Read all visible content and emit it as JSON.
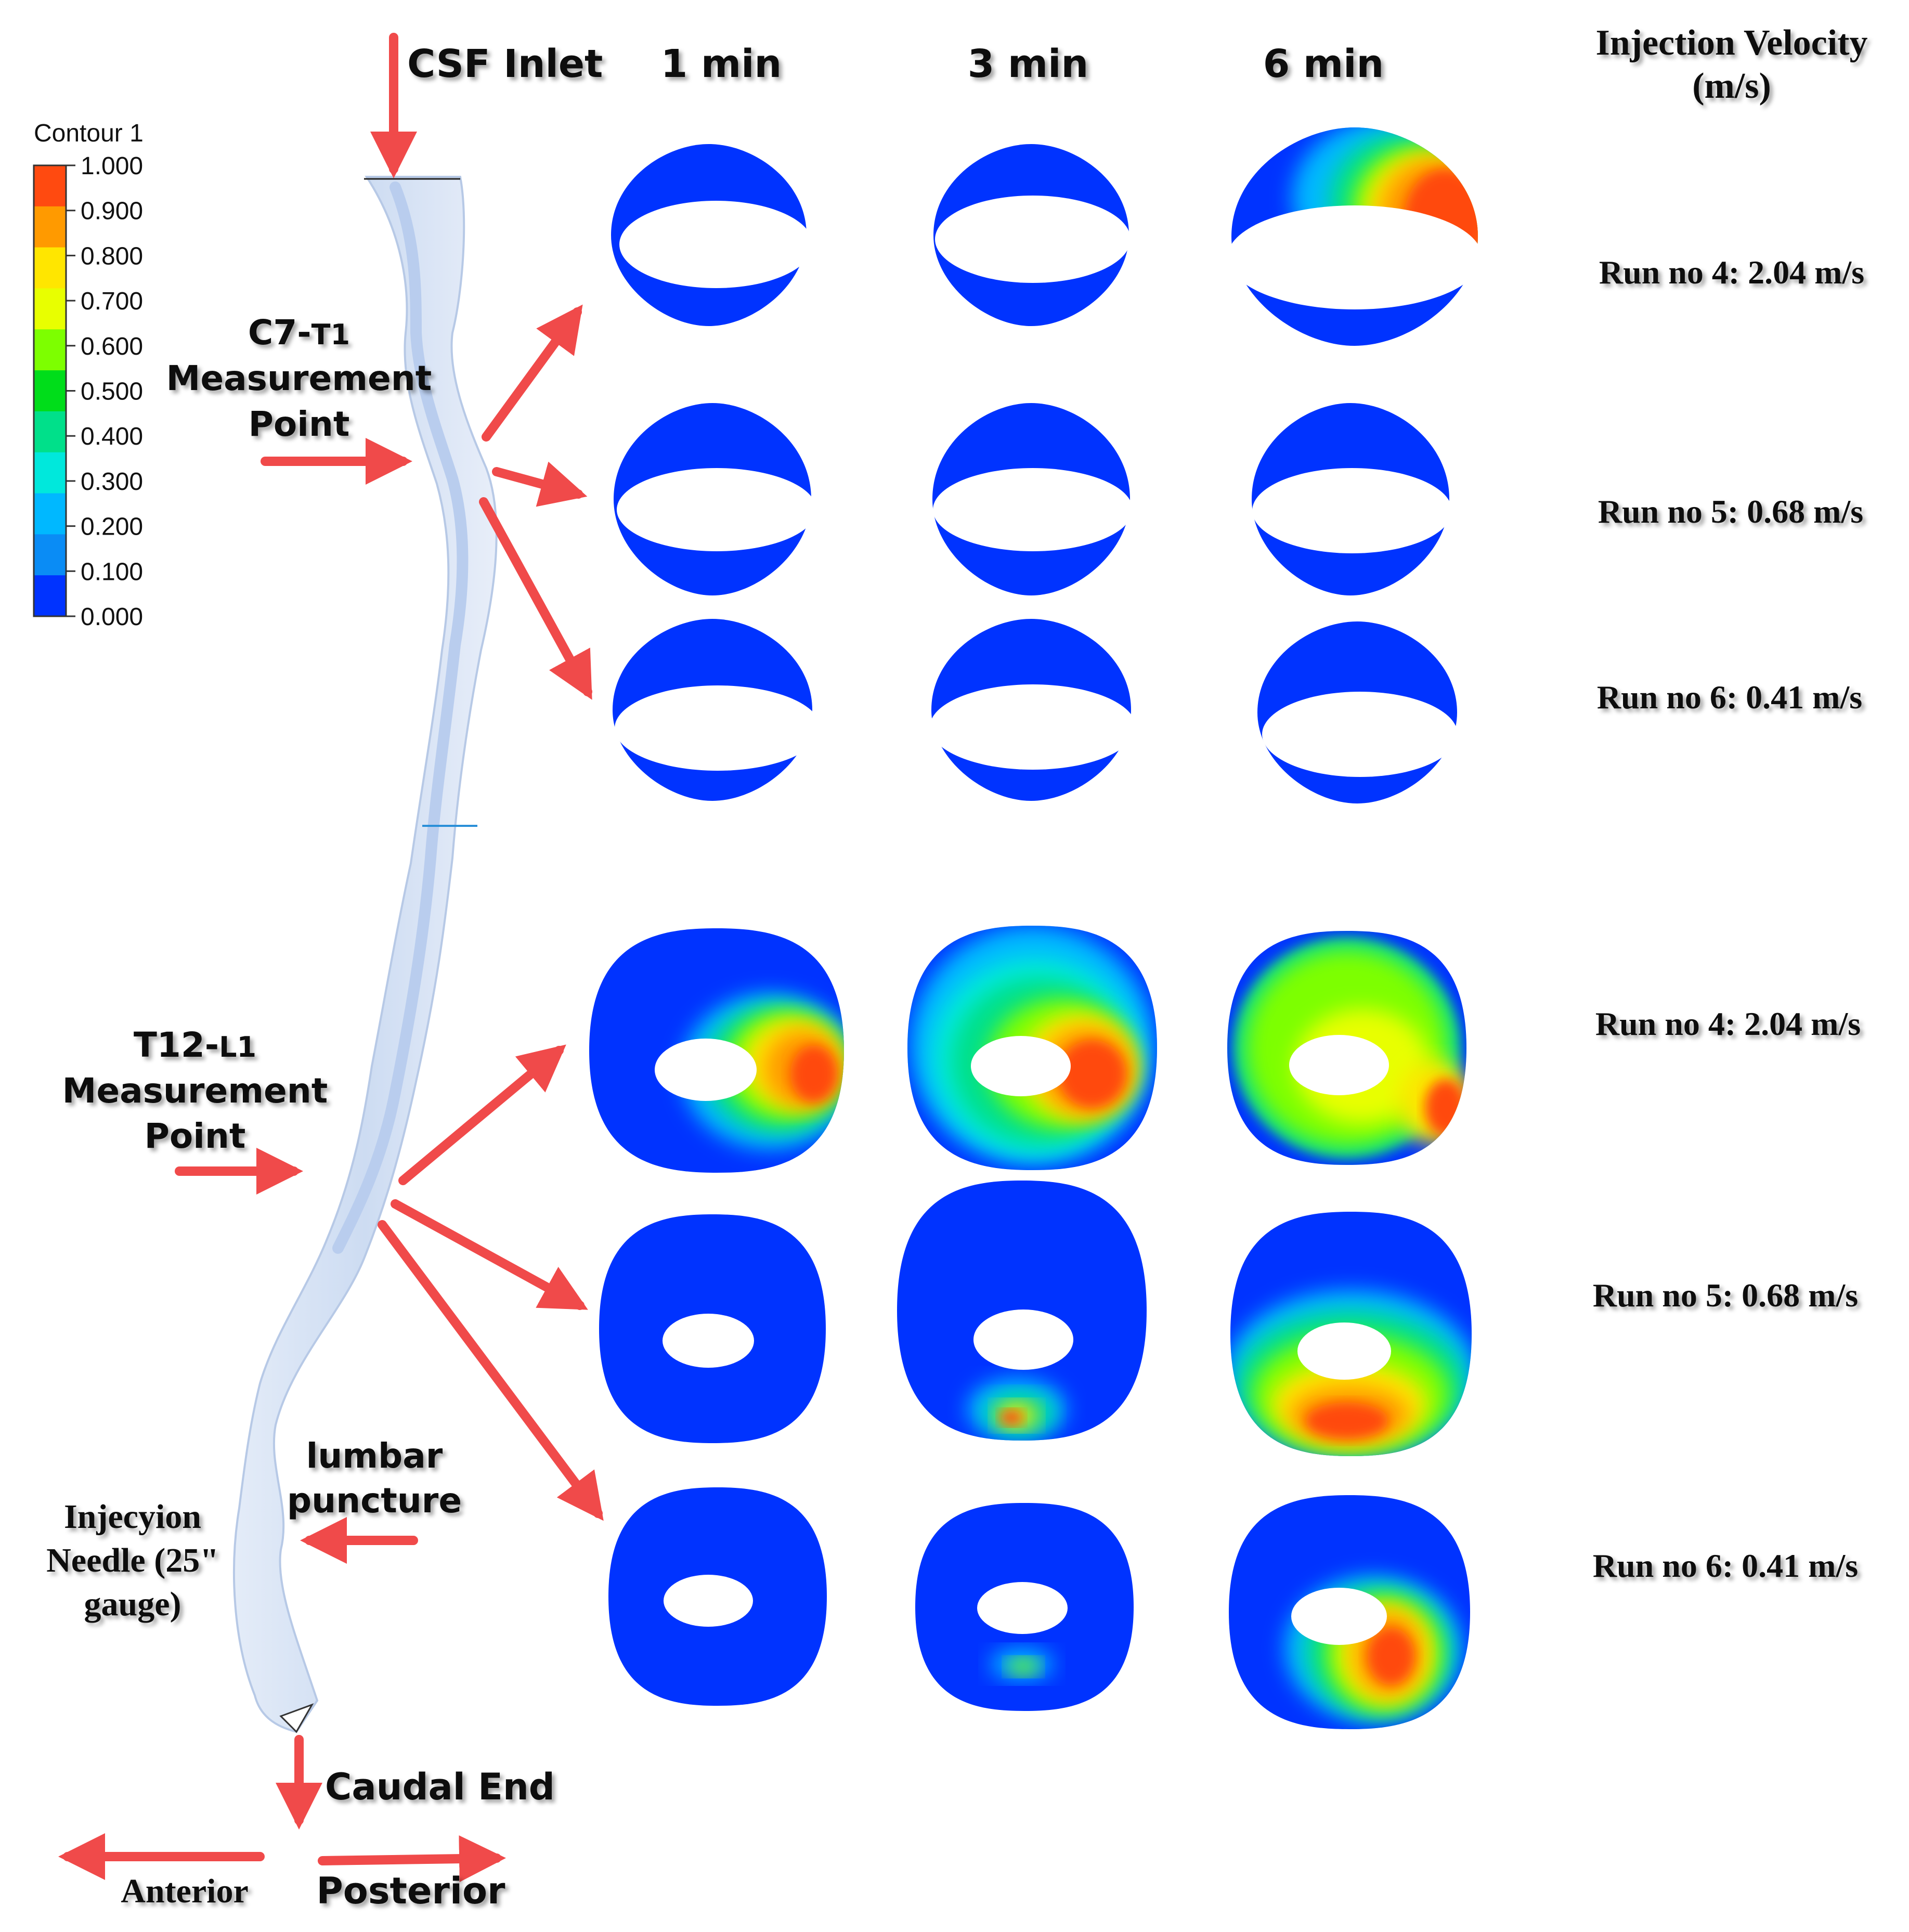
{
  "legend": {
    "title": "Contour 1",
    "ticks": [
      "1.000",
      "0.900",
      "0.800",
      "0.700",
      "0.600",
      "0.500",
      "0.400",
      "0.300",
      "0.200",
      "0.100",
      "0.000"
    ],
    "colors": [
      "#ff4a10",
      "#ff9a00",
      "#ffe600",
      "#e8ff00",
      "#7dff00",
      "#00dd1a",
      "#00e08a",
      "#00e8dc",
      "#00b8ff",
      "#0a8cf5",
      "#0033ff"
    ]
  },
  "header": {
    "inlet": "CSF Inlet",
    "time_1": "1 min",
    "time_3": "3 min",
    "time_6": "6 min",
    "velocity_title_1": "Injection Velocity",
    "velocity_title_2": "(m/s)"
  },
  "labels": {
    "c7_main": "C7-",
    "c7_sub": "T1",
    "c7_l2": "Measurement",
    "c7_l3": "Point",
    "t12_main": "T12-",
    "t12_sub": "L1",
    "t12_l2": "Measurement",
    "t12_l3": "Point",
    "lumbar_1": "lumbar",
    "lumbar_2": "puncture",
    "needle_1": "Injecyion",
    "needle_2": "Needle (25\"",
    "needle_3": "gauge)",
    "caudal": "Caudal End",
    "anterior": "Anterior",
    "posterior": "Posterior"
  },
  "runs": {
    "upper_1": "Run no 4: 2.04 m/s",
    "upper_2": "Run no 5: 0.68 m/s",
    "upper_3": "Run no 6: 0.41 m/s",
    "lower_1": "Run no 4: 2.04 m/s",
    "lower_2": "Run no 5: 0.68 m/s",
    "lower_3": "Run no 6: 0.41 m/s"
  },
  "colors": {
    "arrow": "#f04a4a",
    "spine": "#d6e3f5",
    "spine_edge": "#b4c8e6",
    "background_blue": "#0033ff"
  }
}
